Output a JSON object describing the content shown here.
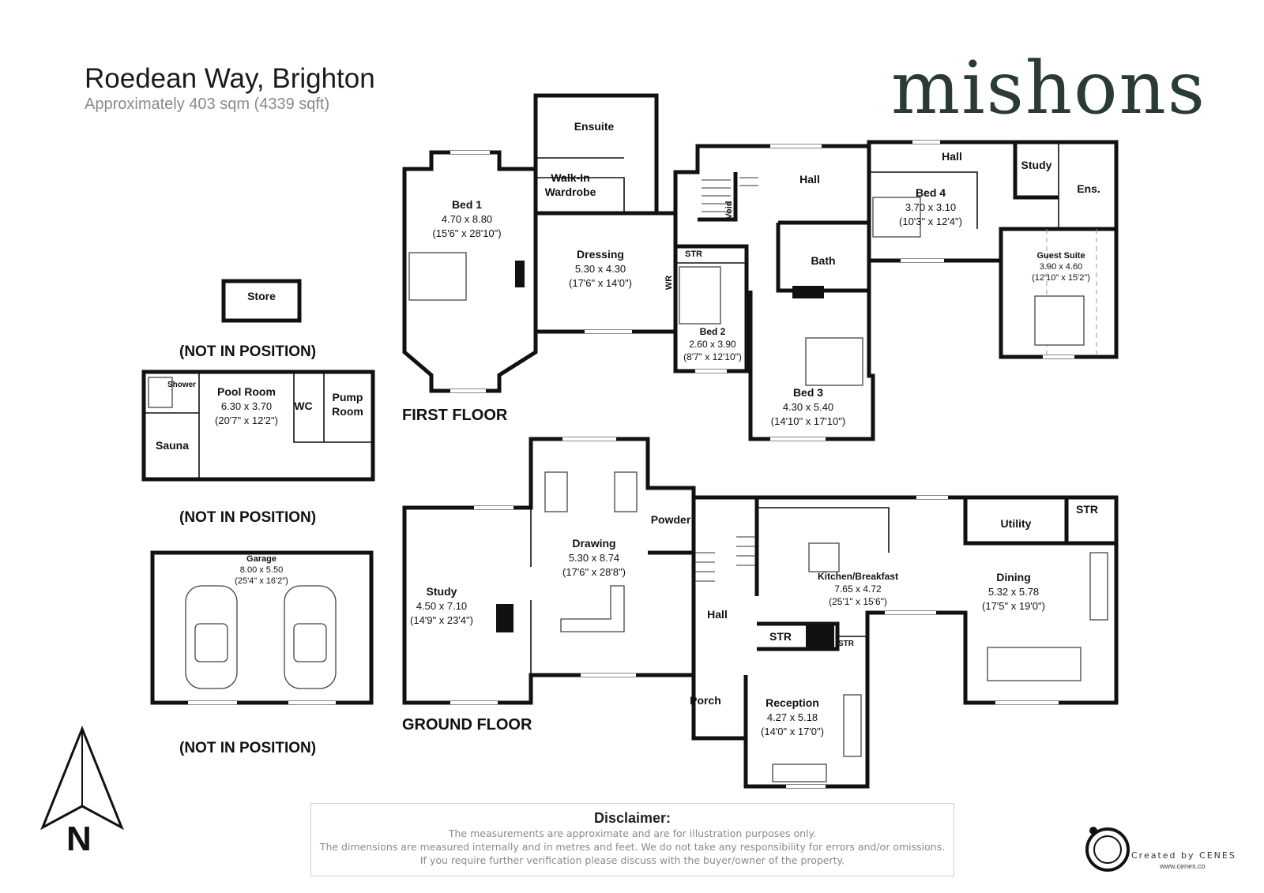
{
  "header": {
    "title": "Roedean Way, Brighton",
    "subtitle": "Approximately 403 sqm (4339 sqft)",
    "brand": "mishons"
  },
  "floors": {
    "first": "FIRST FLOOR",
    "ground": "GROUND FLOOR",
    "not_in_position": "(NOT IN POSITION)"
  },
  "rooms": {
    "ensuite": {
      "name": "Ensuite"
    },
    "walkin": {
      "name1": "Walk-In",
      "name2": "Wardrobe"
    },
    "bed1": {
      "name": "Bed 1",
      "metric": "4.70 x 8.80",
      "imperial": "(15'6\" x 28'10\")"
    },
    "dressing": {
      "name": "Dressing",
      "metric": "5.30 x 4.30",
      "imperial": "(17'6\" x 14'0\")"
    },
    "wr": {
      "name": "WR"
    },
    "str_first": {
      "name": "STR"
    },
    "void": {
      "name": "Void"
    },
    "hall_first": {
      "name": "Hall"
    },
    "hall_upper": {
      "name": "Hall"
    },
    "bath": {
      "name": "Bath"
    },
    "bed2": {
      "name": "Bed 2",
      "metric": "2.60 x 3.90",
      "imperial": "(8'7\" x 12'10\")"
    },
    "bed3": {
      "name": "Bed 3",
      "metric": "4.30 x 5.40",
      "imperial": "(14'10\" x 17'10\")"
    },
    "bed4": {
      "name": "Bed 4",
      "metric": "3.70 x 3.10",
      "imperial": "(10'3\" x 12'4\")"
    },
    "study_first": {
      "name": "Study"
    },
    "ens": {
      "name": "Ens."
    },
    "guest": {
      "name": "Guest Suite",
      "metric": "3.90 x 4.60",
      "imperial": "(12'10\" x 15'2\")"
    },
    "store": {
      "name": "Store"
    },
    "shower": {
      "name": "Shower"
    },
    "pool": {
      "name": "Pool Room",
      "metric": "6.30 x 3.70",
      "imperial": "(20'7\" x 12'2\")"
    },
    "wc": {
      "name": "WC"
    },
    "pump": {
      "name1": "Pump",
      "name2": "Room"
    },
    "sauna": {
      "name": "Sauna"
    },
    "garage": {
      "name": "Garage",
      "metric": "8.00 x 5.50",
      "imperial": "(25'4\" x 16'2\")"
    },
    "study": {
      "name": "Study",
      "metric": "4.50 x 7.10",
      "imperial": "(14'9\" x 23'4\")"
    },
    "drawing": {
      "name": "Drawing",
      "metric": "5.30 x 8.74",
      "imperial": "(17'6\" x 28'8\")"
    },
    "powder": {
      "name": "Powder"
    },
    "hall_ground": {
      "name": "Hall"
    },
    "kitchen": {
      "name": "Kitchen/Breakfast",
      "metric": "7.65 x 4.72",
      "imperial": "(25'1\" x 15'6\")"
    },
    "utility": {
      "name": "Utility"
    },
    "str_utility": {
      "name": "STR"
    },
    "dining": {
      "name": "Dining",
      "metric": "5.32 x 5.78",
      "imperial": "(17'5\" x 19'0\")"
    },
    "str_hall": {
      "name": "STR"
    },
    "str_small": {
      "name": "STR"
    },
    "porch": {
      "name": "Porch"
    },
    "reception": {
      "name": "Reception",
      "metric": "4.27 x 5.18",
      "imperial": "(14'0\" x 17'0\")"
    }
  },
  "compass": {
    "letter": "N"
  },
  "disclaimer": {
    "heading": "Disclaimer:",
    "line1": "The measurements are approximate and are for illustration purposes only.",
    "line2": "The dimensions are measured internally and in metres and feet. We do not take any responsibility for errors and/or omissions.",
    "line3": "If you require further verification please discuss with the buyer/owner of the property."
  },
  "credit": {
    "text": "Created by CENES",
    "url": "www.cenes.co"
  }
}
